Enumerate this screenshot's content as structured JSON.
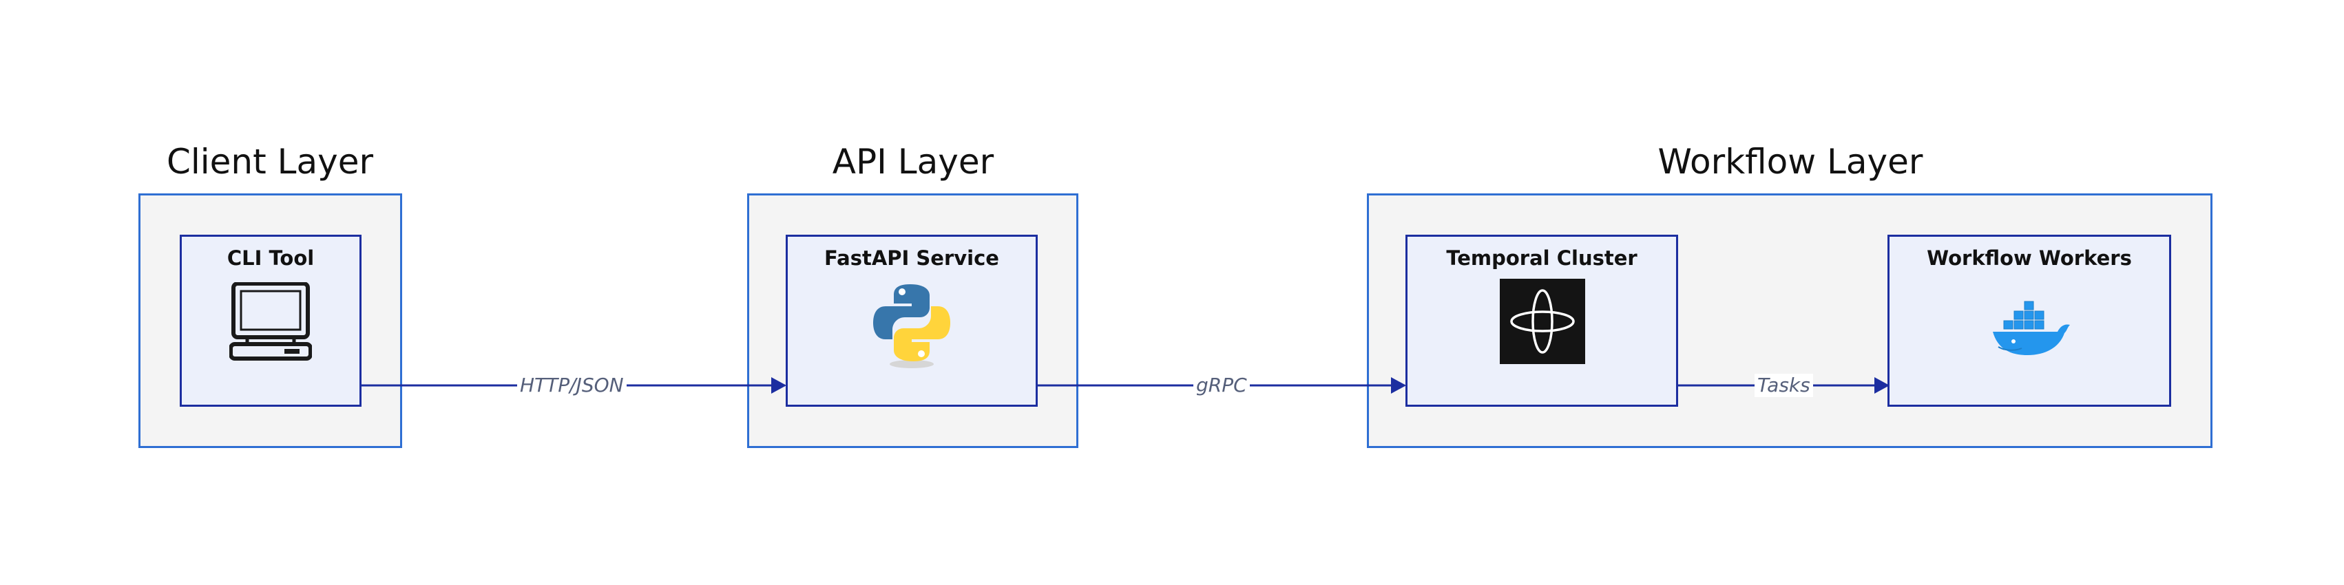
{
  "layers": [
    {
      "id": "client",
      "title": "Client Layer"
    },
    {
      "id": "api",
      "title": "API Layer"
    },
    {
      "id": "workflow",
      "title": "Workflow Layer"
    }
  ],
  "nodes": {
    "cli": {
      "label": "CLI Tool",
      "icon": "computer-terminal-icon"
    },
    "fastapi": {
      "label": "FastAPI Service",
      "icon": "python-logo-icon"
    },
    "temporal": {
      "label": "Temporal Cluster",
      "icon": "temporal-logo-icon"
    },
    "workers": {
      "label": "Workflow Workers",
      "icon": "docker-whale-icon"
    }
  },
  "edges": [
    {
      "from": "CLI Tool",
      "to": "FastAPI Service",
      "label": "HTTP/JSON"
    },
    {
      "from": "FastAPI Service",
      "to": "Temporal Cluster",
      "label": "gRPC"
    },
    {
      "from": "Temporal Cluster",
      "to": "Workflow Workers",
      "label": "Tasks"
    }
  ],
  "colors": {
    "group_border": "#2f6fd3",
    "group_fill": "#f4f4f4",
    "node_border": "#1c2ea0",
    "node_fill": "#ecf0fb",
    "edge": "#1c2ea0"
  }
}
